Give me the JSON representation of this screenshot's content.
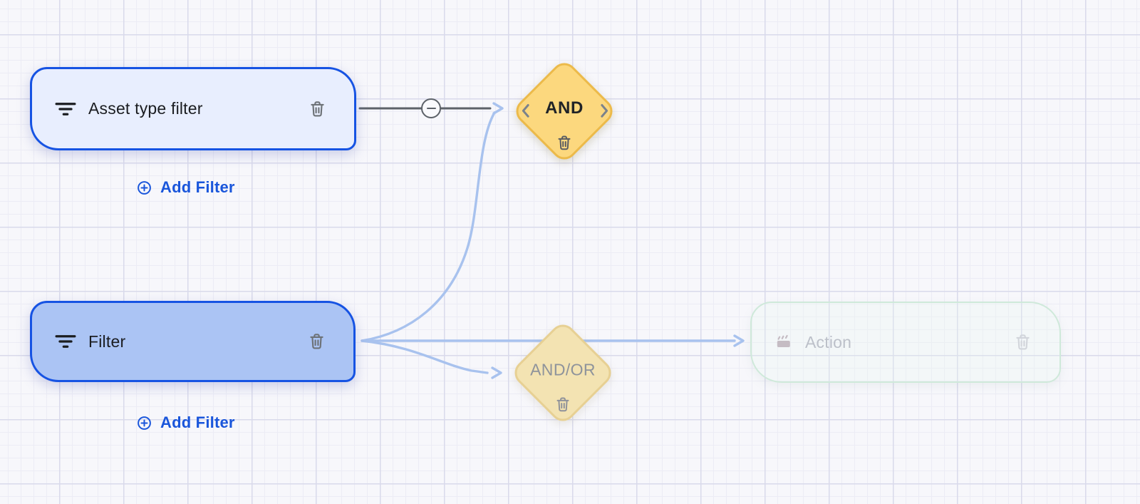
{
  "canvas": {
    "background": "#f7f7fb",
    "grid_minor_color": "#ececf5",
    "grid_major_color": "#d9daeb"
  },
  "nodes": {
    "asset_type_filter": {
      "label": "Asset type filter",
      "icon": "filter-lines-icon",
      "fill": "#e8eefe",
      "border": "#1653e3"
    },
    "filter": {
      "label": "Filter",
      "icon": "filter-lines-icon",
      "fill": "#abc4f4",
      "border": "#1653e3"
    },
    "action": {
      "label": "Action",
      "icon": "clapperboard-icon",
      "state": "placeholder",
      "border": "#cfe9da",
      "text_color": "#bcc0c9"
    }
  },
  "operators": {
    "and": {
      "label": "AND",
      "fill": "#fcd87e",
      "border": "#ecba4a",
      "has_chevrons": true
    },
    "and_or": {
      "label": "AND/OR",
      "fill": "#f3e3b2",
      "border": "#e7d093",
      "state": "dimmed"
    }
  },
  "buttons": {
    "add_filter_top": {
      "label": "Add Filter",
      "icon": "plus-circle-icon",
      "color": "#1a56db"
    },
    "add_filter_bottom": {
      "label": "Add Filter",
      "icon": "plus-circle-icon",
      "color": "#1a56db"
    }
  },
  "edges": {
    "blue_color": "#a8c2ee",
    "gray_color": "#5d6269",
    "connections": [
      {
        "from": "asset_type_filter",
        "to": "and",
        "style": "solid-gray",
        "badge": "minus-circle-icon"
      },
      {
        "from": "filter",
        "to": "and",
        "style": "curve-blue"
      },
      {
        "from": "filter",
        "to": "action",
        "style": "straight-blue"
      },
      {
        "from": "filter",
        "to": "and_or",
        "style": "curve-blue"
      }
    ]
  },
  "icons": {
    "filter": "filter-lines-icon",
    "trash": "trash-icon",
    "plus": "plus-circle-icon",
    "clapper": "clapperboard-icon",
    "chevron_left": "chevron-left-icon",
    "chevron_right": "chevron-right-icon",
    "minus": "minus-circle-icon"
  }
}
